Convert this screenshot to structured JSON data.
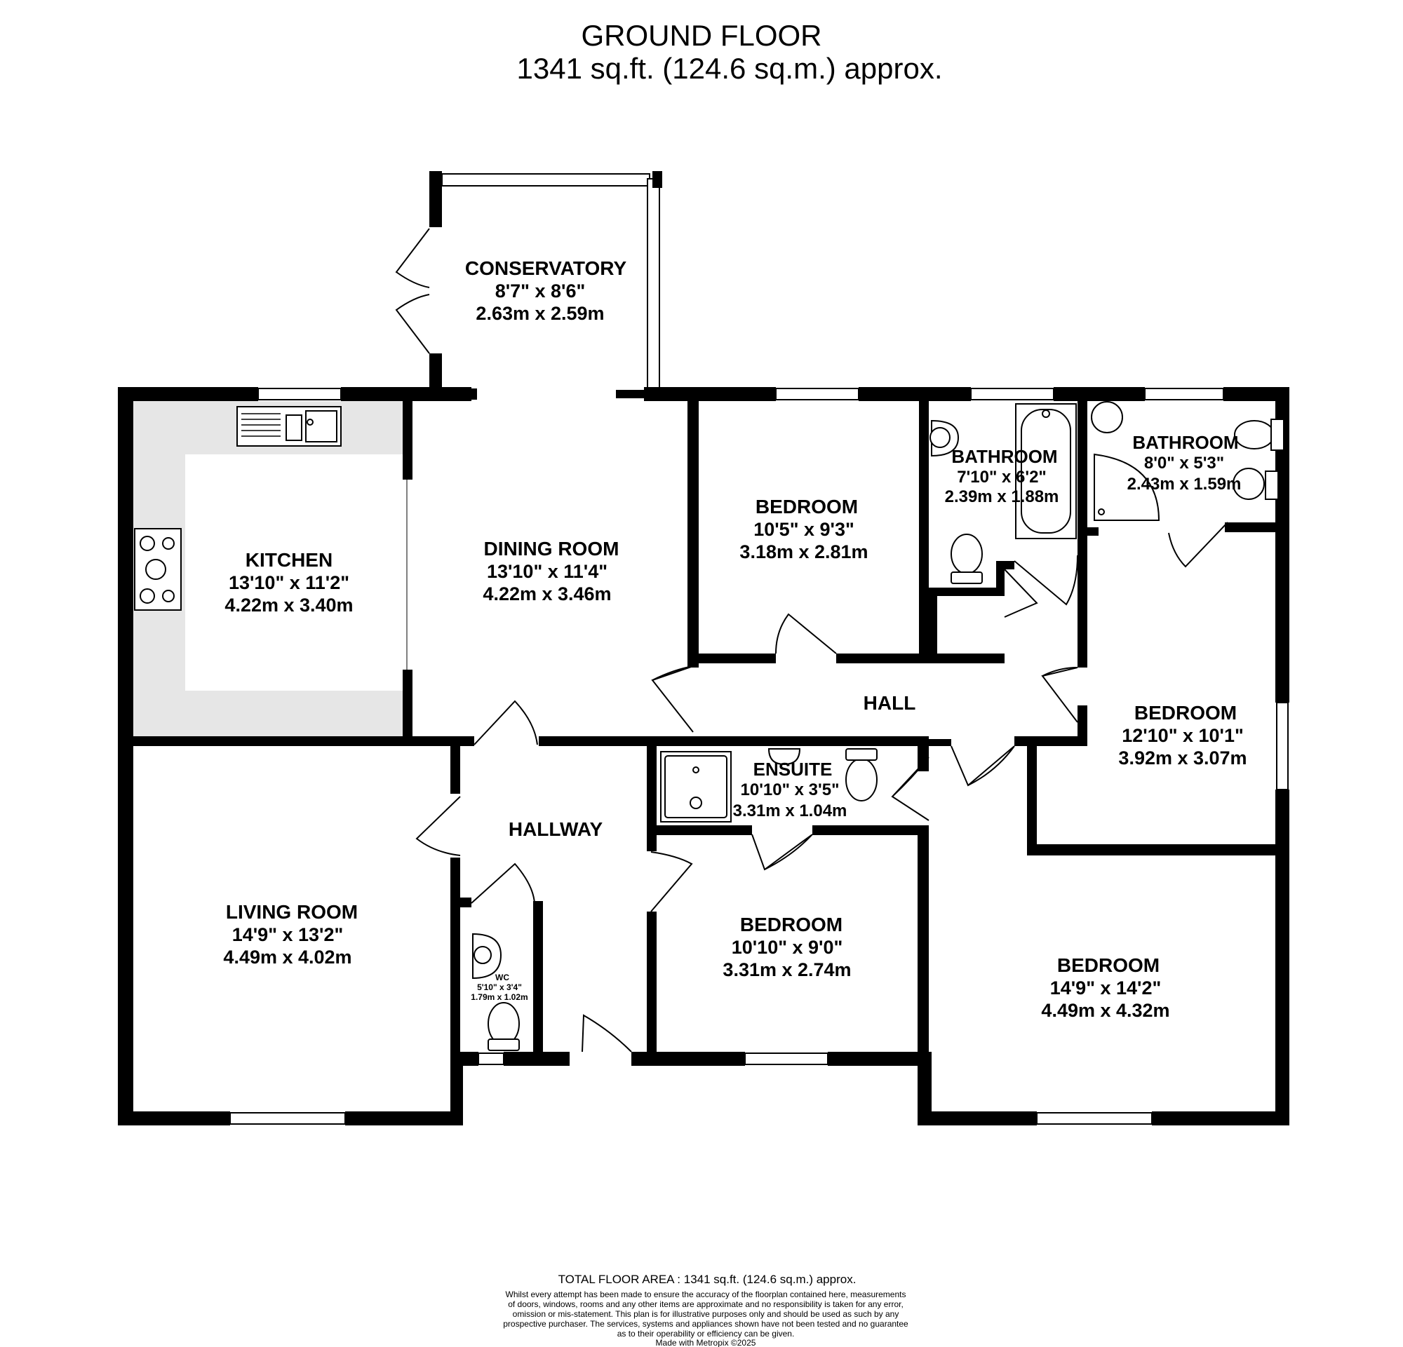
{
  "header": {
    "title": "GROUND FLOOR",
    "area": "1341 sq.ft. (124.6 sq.m.) approx."
  },
  "rooms": {
    "conservatory": {
      "name": "CONSERVATORY",
      "imperial": "8'7\"  x 8'6\"",
      "metric": "2.63m  x 2.59m"
    },
    "kitchen": {
      "name": "KITCHEN",
      "imperial": "13'10\"  x 11'2\"",
      "metric": "4.22m  x 3.40m"
    },
    "dining_room": {
      "name": "DINING ROOM",
      "imperial": "13'10\"  x 11'4\"",
      "metric": "4.22m  x 3.46m"
    },
    "bedroom_1": {
      "name": "BEDROOM",
      "imperial": "10'5\"  x 9'3\"",
      "metric": "3.18m  x 2.81m"
    },
    "bathroom_1": {
      "name": "BATHROOM",
      "imperial": "7'10\"  x 6'2\"",
      "metric": "2.39m  x 1.88m"
    },
    "bathroom_2": {
      "name": "BATHROOM",
      "imperial": "8'0\"  x 5'3\"",
      "metric": "2.43m  x 1.59m"
    },
    "hall": {
      "name": "HALL"
    },
    "bedroom_2": {
      "name": "BEDROOM",
      "imperial": "12'10\"  x 10'1\"",
      "metric": "3.92m  x 3.07m"
    },
    "ensuite": {
      "name": "ENSUITE",
      "imperial": "10'10\"  x 3'5\"",
      "metric": "3.31m  x 1.04m"
    },
    "hallway": {
      "name": "HALLWAY"
    },
    "living_room": {
      "name": "LIVING ROOM",
      "imperial": "14'9\"  x 13'2\"",
      "metric": "4.49m  x 4.02m"
    },
    "wc": {
      "name": "WC",
      "imperial": "5'10\"  x 3'4\"",
      "metric": "1.79m  x 1.02m"
    },
    "bedroom_3": {
      "name": "BEDROOM",
      "imperial": "10'10\"  x 9'0\"",
      "metric": "3.31m  x 2.74m"
    },
    "bedroom_4": {
      "name": "BEDROOM",
      "imperial": "14'9\"  x 14'2\"",
      "metric": "4.49m  x 4.32m"
    }
  },
  "footer": {
    "total": "TOTAL FLOOR AREA : 1341 sq.ft. (124.6 sq.m.) approx.",
    "disclaimer": [
      "Whilst every attempt has been made to ensure the accuracy of the floorplan contained here, measurements",
      "of doors, windows, rooms and any other items are approximate and no responsibility is taken for any error,",
      "omission or mis-statement. This plan is for illustrative purposes only and should be used as such by any",
      "prospective purchaser. The services, systems and appliances shown have not been tested and no guarantee",
      "as to their operability or efficiency can be given."
    ],
    "credit": "Made with Metropix ©2025"
  },
  "colors": {
    "wall": "#000000",
    "kitchen_worktop": "#e6e6e6",
    "background": "#ffffff"
  }
}
